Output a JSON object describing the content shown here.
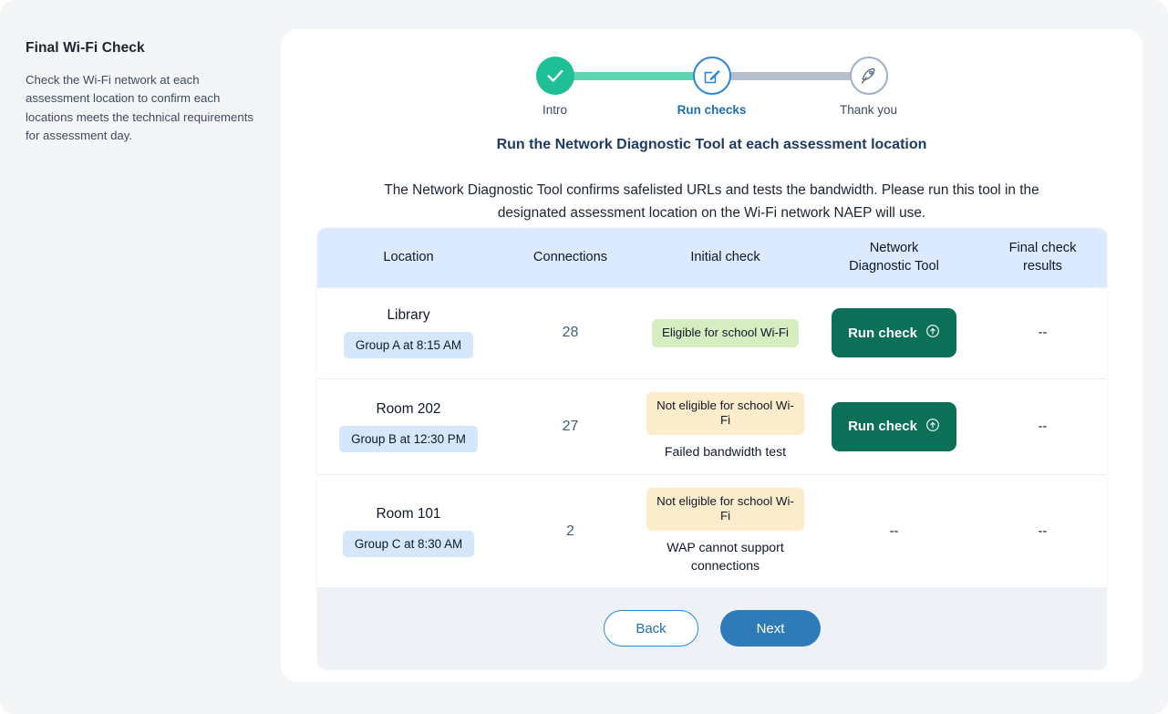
{
  "sidebar": {
    "title": "Final Wi-Fi Check",
    "description": "Check the Wi-Fi network at each assessment location to confirm each locations meets the technical requirements for assessment day."
  },
  "stepper": {
    "steps": [
      {
        "label": "Intro",
        "state": "done",
        "icon": "check-icon"
      },
      {
        "label": "Run checks",
        "state": "current",
        "icon": "edit-pencil-icon"
      },
      {
        "label": "Thank you",
        "state": "todo",
        "icon": "rocket-icon"
      }
    ],
    "colors": {
      "done": "#1fbf97",
      "current": "#2e86d6",
      "todo": "#9fb0c4",
      "track_done": "#5cd6ae",
      "track_todo": "#b6bfcc"
    }
  },
  "main": {
    "section_title": "Run the Network Diagnostic Tool at each assessment location",
    "section_description": "The Network Diagnostic Tool confirms safelisted URLs and tests the bandwidth. Please run this tool in the designated assessment location on the Wi-Fi network NAEP will use."
  },
  "table": {
    "headers": {
      "location": "Location",
      "connections": "Connections",
      "initial_check": "Initial check",
      "ndt_line1": "Network",
      "ndt_line2": "Diagnostic Tool",
      "final_line1": "Final check",
      "final_line2": "results"
    },
    "rows": [
      {
        "location": "Library",
        "group": "Group A at 8:15 AM",
        "connections": "28",
        "initial_status": "Eligible for school Wi-Fi",
        "initial_status_type": "eligible",
        "initial_note": "",
        "ndt_action": "Run check",
        "ndt_has_button": true,
        "ndt_dash": "--",
        "final_result": "--"
      },
      {
        "location": "Room 202",
        "group": "Group B at 12:30 PM",
        "connections": "27",
        "initial_status": "Not eligible for school Wi-Fi",
        "initial_status_type": "not-eligible",
        "initial_note": "Failed bandwidth test",
        "ndt_action": "Run check",
        "ndt_has_button": true,
        "ndt_dash": "--",
        "final_result": "--"
      },
      {
        "location": "Room 101",
        "group": "Group C at 8:30 AM",
        "connections": "2",
        "initial_status": "Not eligible for school Wi-Fi",
        "initial_status_type": "not-eligible",
        "initial_note": "WAP cannot support connections",
        "ndt_action": "",
        "ndt_has_button": false,
        "ndt_dash": "--",
        "final_result": "--"
      }
    ],
    "colors": {
      "header_bg": "#dbeafe",
      "eligible_chip": "#d6edc2",
      "not_eligible_chip": "#fbeccb",
      "group_pill": "#d5e8fb",
      "run_button": "#0c7059",
      "footer_bg": "#eef1f6"
    }
  },
  "footer": {
    "back_label": "Back",
    "next_label": "Next",
    "next_color": "#2e7bb8"
  }
}
